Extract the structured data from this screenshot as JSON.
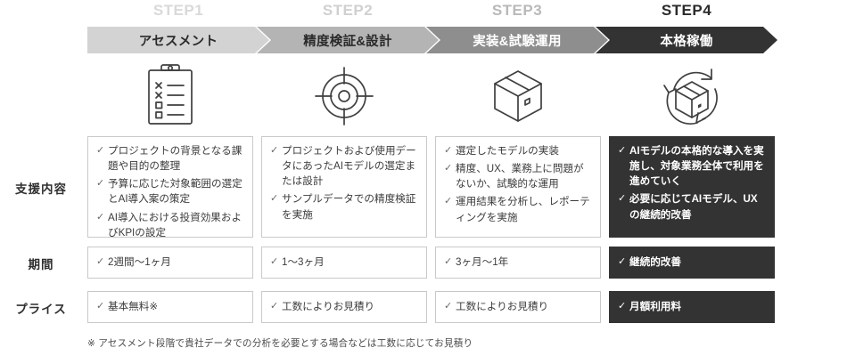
{
  "colors": {
    "step1": "#d3d3d3",
    "step2": "#b4b4b4",
    "step3": "#8e8e8e",
    "step4": "#333333",
    "label_inactive": "#d9d9d9",
    "label_active": "#2b2b2b",
    "cell_border": "#c9c9c9",
    "dark_cell": "#333333",
    "text": "#3c3c3c"
  },
  "steps": [
    {
      "label": "STEP1",
      "phase": "アセスメント",
      "icon": "clipboard-checklist-icon",
      "fill": "#d3d3d3",
      "label_color": "#d9d9d9",
      "phase_text_color": "#2b2b2b"
    },
    {
      "label": "STEP2",
      "phase": "精度検証&設計",
      "icon": "target-crosshair-icon",
      "fill": "#b4b4b4",
      "label_color": "#d0d0d0",
      "phase_text_color": "#2b2b2b"
    },
    {
      "label": "STEP3",
      "phase": "実装&試験運用",
      "icon": "package-box-icon",
      "fill": "#8e8e8e",
      "label_color": "#b9b9b9",
      "phase_text_color": "#ffffff"
    },
    {
      "label": "STEP4",
      "phase": "本格稼働",
      "icon": "package-cycle-icon",
      "fill": "#333333",
      "label_color": "#2b2b2b",
      "phase_text_color": "#ffffff"
    }
  ],
  "rows": [
    {
      "label": "支援内容",
      "cells": [
        {
          "dark": false,
          "items": [
            "プロジェクトの背景となる課題や目的の整理",
            "予算に応じた対象範囲の選定とAI導入案の策定",
            "AI導入における投資効果およびKPIの設定"
          ]
        },
        {
          "dark": false,
          "items": [
            "プロジェクトおよび使用データにあったAIモデルの選定または設計",
            "サンプルデータでの精度検証を実施"
          ]
        },
        {
          "dark": false,
          "items": [
            "選定したモデルの実装",
            "精度、UX、業務上に問題がないか、試験的な運用",
            "運用結果を分析し、レポーティングを実施"
          ]
        },
        {
          "dark": true,
          "items": [
            "AIモデルの本格的な導入を実施し、対象業務全体で利用を進めていく",
            "必要に応じてAIモデル、UXの継続的改善"
          ]
        }
      ]
    },
    {
      "label": "期間",
      "cells": [
        {
          "dark": false,
          "items": [
            "2週間〜1ヶ月"
          ]
        },
        {
          "dark": false,
          "items": [
            "1〜3ヶ月"
          ]
        },
        {
          "dark": false,
          "items": [
            "3ヶ月〜1年"
          ]
        },
        {
          "dark": true,
          "items": [
            "継続的改善"
          ]
        }
      ]
    },
    {
      "label": "プライス",
      "cells": [
        {
          "dark": false,
          "items": [
            "基本無料※"
          ]
        },
        {
          "dark": false,
          "items": [
            "工数によりお見積り"
          ]
        },
        {
          "dark": false,
          "items": [
            "工数によりお見積り"
          ]
        },
        {
          "dark": true,
          "items": [
            "月額利用料"
          ]
        }
      ]
    }
  ],
  "footnote": "※ アセスメント段階で貴社データでの分析を必要とする場合などは工数に応じてお見積り",
  "check_glyph": "✓"
}
